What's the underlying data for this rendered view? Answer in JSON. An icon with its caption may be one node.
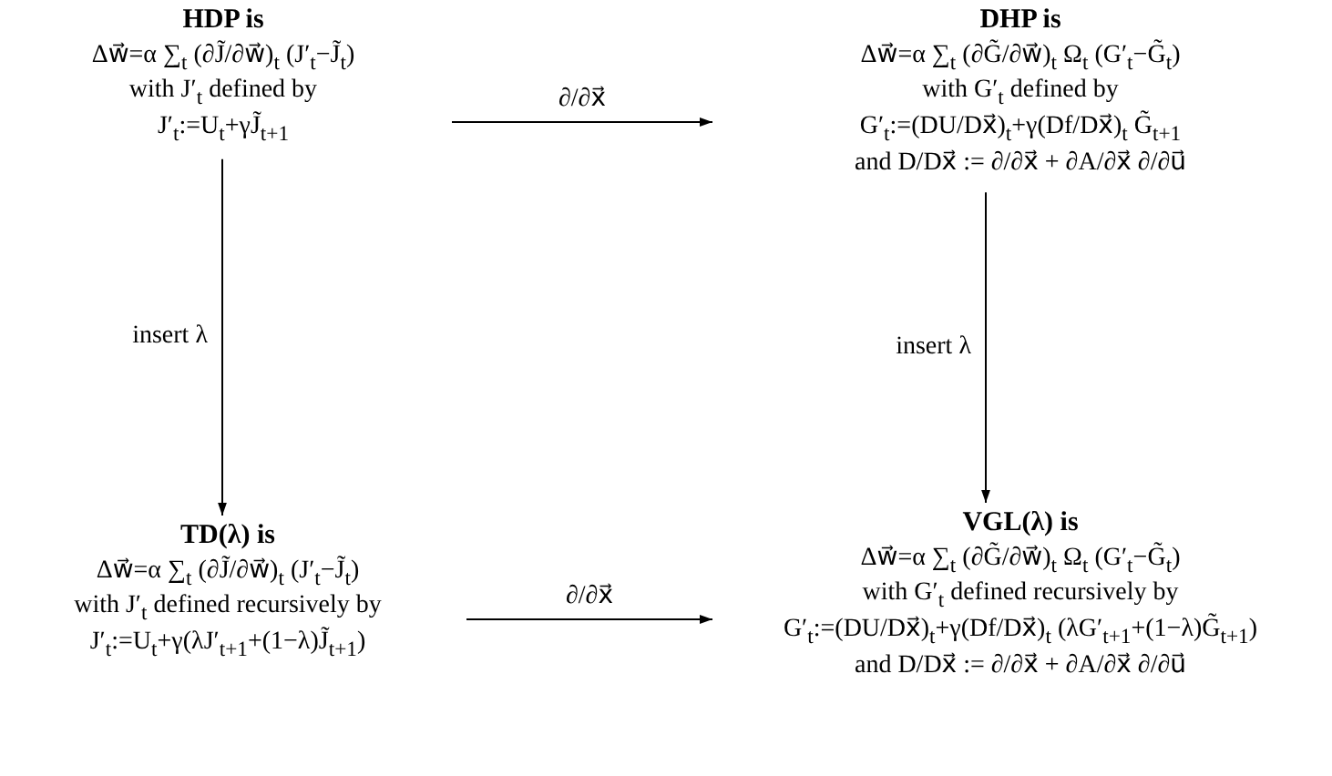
{
  "diagram": {
    "nodes": [
      {
        "text": [
          "HDP is",
          "Δw⃗=α ∑$_{t}$ (∂J̃/∂w⃗)$_{t}$ (J′$_{t}$−J̃$_{t}$)",
          "with J′$_{t}$ defined by",
          "J′$_{t}$:=U$_{t}$+γJ̃$_{t+1}$"
        ]
      },
      {
        "text": [
          "DHP is",
          "Δw⃗=α ∑$_{t}$ (∂G̃/∂w⃗)$_{t}$ Ω$_{t}$ (G′$_{t}$−G̃$_{t}$)",
          "with G′$_{t}$ defined by",
          "G′$_{t}$:=(DU/Dx⃗)$_{t}$+γ(Df/Dx⃗)$_{t}$ G̃$_{t+1}$",
          "and D/Dx⃗ := ∂/∂x⃗ + ∂A/∂x⃗ ∂/∂u⃗"
        ]
      },
      {
        "text": [
          "TD(λ) is",
          "Δw⃗=α ∑$_{t}$ (∂J̃/∂w⃗)$_{t}$ (J′$_{t}$−J̃$_{t}$)",
          "with J′$_{t}$ defined recursively by",
          "J′$_{t}$:=U$_{t}$+γ(λJ′$_{t+1}$+(1−λ)J̃$_{t+1}$)"
        ]
      },
      {
        "text": [
          "VGL(λ) is",
          "Δw⃗=α ∑$_{t}$ (∂G̃/∂w⃗)$_{t}$ Ω$_{t}$ (G′$_{t}$−G̃$_{t}$)",
          "with G′$_{t}$ defined recursively by",
          "G′$_{t}$:=(DU/Dx⃗)$_{t}$+γ(Df/Dx⃗)$_{t}$ (λG′$_{t+1}$+(1−λ)G̃$_{t+1}$)",
          "and D/Dx⃗ := ∂/∂x⃗ + ∂A/∂x⃗ ∂/∂u⃗"
        ]
      }
    ],
    "edges": [
      {
        "from": 0,
        "to": 1,
        "arrow": "to",
        "label": "∂/∂x⃗"
      },
      {
        "from": 0,
        "to": 2,
        "arrow": "to",
        "label": "insert λ"
      },
      {
        "from": 1,
        "to": 3,
        "arrow": "to",
        "label": "insert λ"
      },
      {
        "from": 2,
        "to": 3,
        "arrow": "to",
        "label": "∂/∂x⃗"
      }
    ]
  }
}
